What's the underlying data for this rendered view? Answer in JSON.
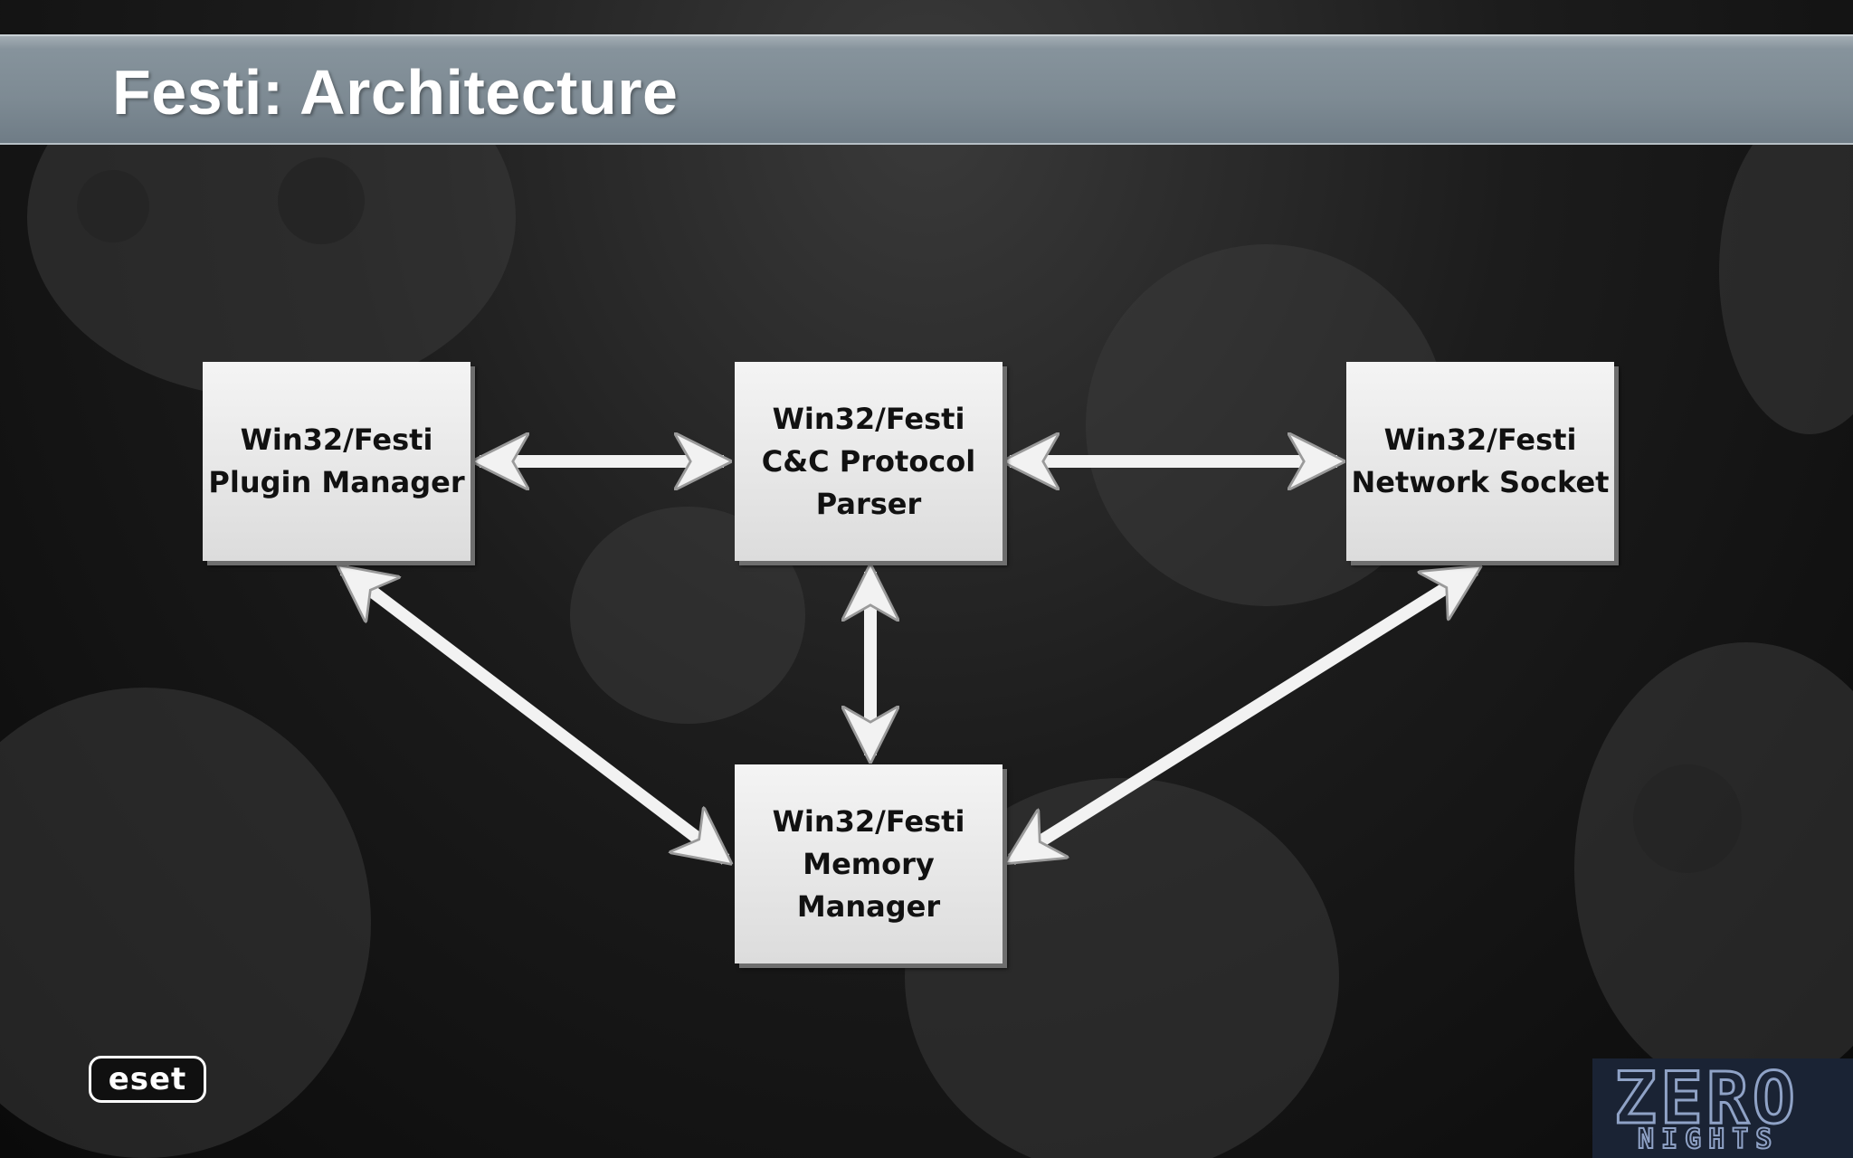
{
  "slide": {
    "title": "Festi: Architecture"
  },
  "nodes": {
    "plugin_manager": "Win32/Festi\nPlugin Manager",
    "cc_protocol_parser": "Win32/Festi\nC&C Protocol\nParser",
    "network_socket": "Win32/Festi\nNetwork Socket",
    "memory_manager": "Win32/Festi\nMemory\nManager"
  },
  "connections": [
    {
      "from": "Win32/Festi Plugin Manager",
      "to": "Win32/Festi C&C Protocol Parser",
      "direction": "bidirectional"
    },
    {
      "from": "Win32/Festi C&C Protocol Parser",
      "to": "Win32/Festi Network Socket",
      "direction": "bidirectional"
    },
    {
      "from": "Win32/Festi Plugin Manager",
      "to": "Win32/Festi Memory Manager",
      "direction": "bidirectional"
    },
    {
      "from": "Win32/Festi C&C Protocol Parser",
      "to": "Win32/Festi Memory Manager",
      "direction": "bidirectional"
    },
    {
      "from": "Win32/Festi Network Socket",
      "to": "Win32/Festi Memory Manager",
      "direction": "bidirectional"
    }
  ],
  "logos": {
    "eset": "eset",
    "zeronights_main": "ZERO",
    "zeronights_sub": "NIGHTS"
  },
  "colors": {
    "title_bar": "#7d8a93",
    "box_fill": "#e8e8e8",
    "arrow_fill": "#f2f2f2",
    "background": "#1c1c1c"
  }
}
